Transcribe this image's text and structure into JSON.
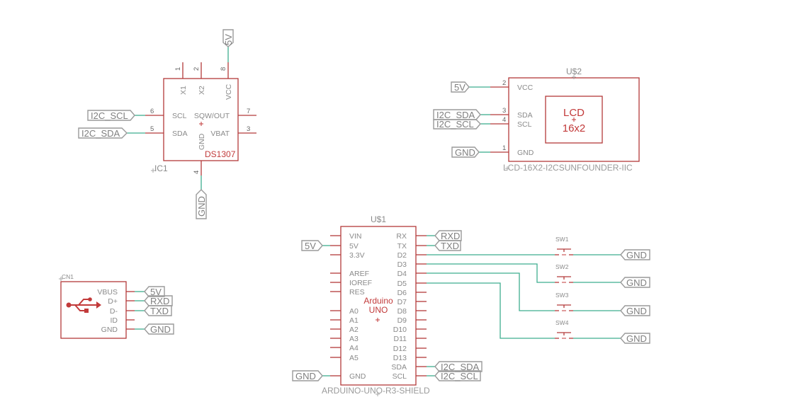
{
  "ic1": {
    "ref": "IC1",
    "value": "DS1307",
    "pins": {
      "x1": "X1",
      "x2": "X2",
      "vcc": "VCC",
      "scl": "SCL",
      "sda": "SDA",
      "sqwout": "SQW/OUT",
      "vbat": "VBAT",
      "gnd": "GND"
    },
    "pin_numbers": {
      "p1": "1",
      "p2": "2",
      "p8": "8",
      "p6": "6",
      "p5": "5",
      "p7": "7",
      "p3": "3",
      "p4": "4"
    },
    "labels": {
      "vcc": "5V",
      "scl": "I2C_SCL",
      "sda": "I2C_SDA",
      "gnd": "GND"
    }
  },
  "lcd": {
    "ref": "U$2",
    "value": "LCD-16X2-I2CSUNFOUNDER-IIC",
    "inner_line1": "LCD",
    "inner_line2": "16x2",
    "pins": {
      "vcc": "VCC",
      "sda": "SDA",
      "scl": "SCL",
      "gnd": "GND"
    },
    "pin_numbers": {
      "p2": "2",
      "p3": "3",
      "p4": "4",
      "p1": "1"
    },
    "labels": {
      "vcc": "5V",
      "sda": "I2C_SDA",
      "scl": "I2C_SCL",
      "gnd": "GND"
    }
  },
  "arduino": {
    "ref": "U$1",
    "value": "ARDUINO-UNO-R3-SHIELD",
    "center_line1": "Arduino",
    "center_line2": "UNO",
    "left_pins": [
      "VIN",
      "5V",
      "3.3V",
      "AREF",
      "IOREF",
      "RES",
      "A0",
      "A1",
      "A2",
      "A3",
      "A4",
      "A5",
      "GND"
    ],
    "right_pins": [
      "RX",
      "TX",
      "D2",
      "D3",
      "D4",
      "D5",
      "D6",
      "D7",
      "D8",
      "D9",
      "D10",
      "D11",
      "D12",
      "D13",
      "SDA",
      "SCL"
    ],
    "labels": {
      "v5": "5V",
      "rx": "RXD",
      "tx": "TXD",
      "sda": "I2C_SDA",
      "scl": "I2C_SCL",
      "gnd": "GND"
    }
  },
  "usb": {
    "ref": "CN1",
    "pins": [
      "VBUS",
      "D+",
      "D-",
      "ID",
      "GND"
    ],
    "labels": {
      "vbus": "5V",
      "dp": "RXD",
      "dm": "TXD",
      "gnd": "GND"
    }
  },
  "switches": [
    {
      "ref": "SW1",
      "label": "GND"
    },
    {
      "ref": "SW2",
      "label": "GND"
    },
    {
      "ref": "SW3",
      "label": "GND"
    },
    {
      "ref": "SW4",
      "label": "GND"
    }
  ],
  "colors": {
    "part": "#b33a3a",
    "wire": "#3fae8f",
    "label": "#9a9a9a"
  }
}
